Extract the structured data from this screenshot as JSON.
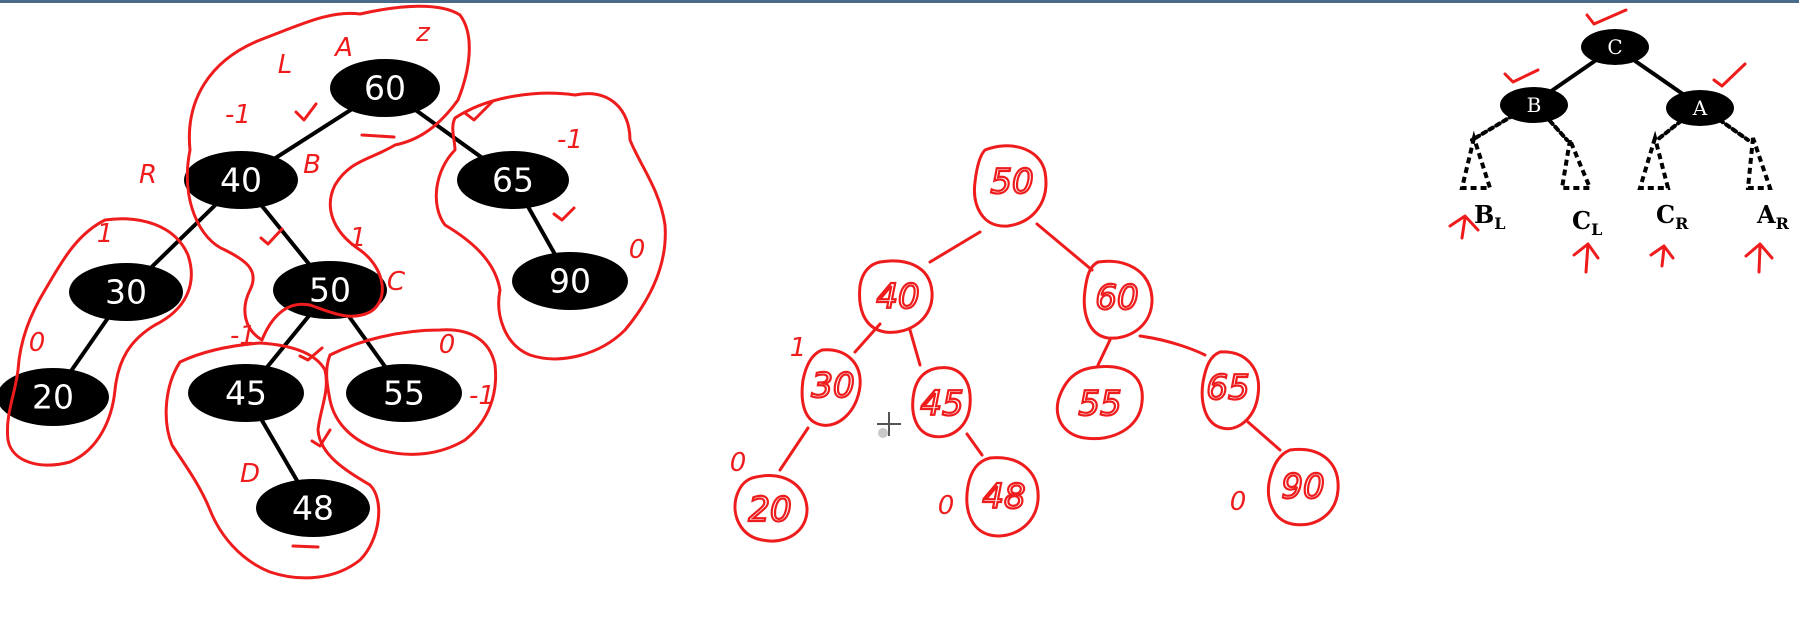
{
  "colors": {
    "ink": "#ee1c1c",
    "node": "#000000",
    "edge": "#000000",
    "background": "#ffffff",
    "topbar": "#4a6a8a"
  },
  "left_tree": {
    "nodes": [
      "60",
      "40",
      "65",
      "30",
      "50",
      "90",
      "20",
      "45",
      "55",
      "48"
    ],
    "ink_marks": [
      "L",
      "A",
      "z",
      "R",
      "B",
      "-1",
      "-1",
      "1",
      "1",
      "C",
      "0",
      "-1",
      "0",
      "0",
      "D",
      "-1"
    ]
  },
  "middle_tree": {
    "nodes": [
      "50",
      "40",
      "60",
      "30",
      "45",
      "55",
      "65",
      "20",
      "48",
      "90"
    ],
    "ink_marks": [
      "1",
      "0",
      "0",
      "0"
    ]
  },
  "reference_tree": {
    "nodes": [
      "C",
      "B",
      "A"
    ],
    "subtrees": [
      {
        "main": "B",
        "sub": "L"
      },
      {
        "main": "C",
        "sub": "L"
      },
      {
        "main": "C",
        "sub": "R"
      },
      {
        "main": "A",
        "sub": "R"
      }
    ]
  }
}
